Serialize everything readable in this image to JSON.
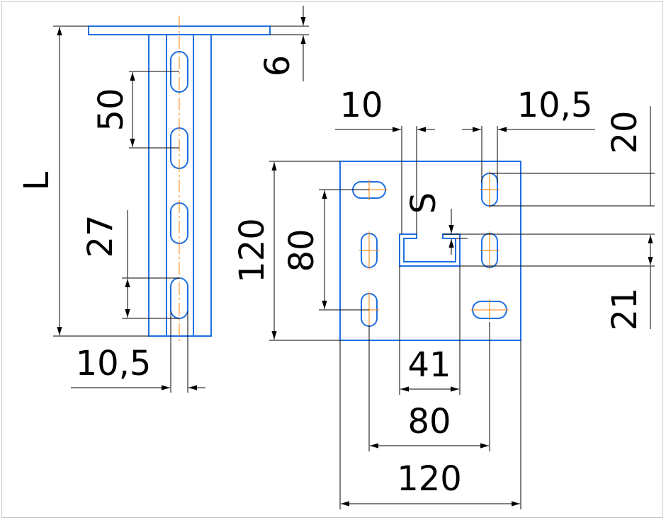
{
  "drawing": {
    "title": "",
    "colors": {
      "part_outline": "#1f6fe0",
      "center_line": "#ff7f00",
      "dimension_line": "#000000",
      "frame": "#c9c9c9",
      "background": "#ffffff"
    }
  },
  "side_view": {
    "length_label": "L",
    "slot_pitch_label": "50",
    "slot_length_label": "27",
    "slot_width_label": "10,5",
    "plate_thickness_label": "6"
  },
  "front_view": {
    "channel_lip_label": "10",
    "hole_width_label": "10,5",
    "top_offset_label": "20",
    "channel_thickness_label": "S",
    "plate_height_label": "120",
    "hole_vertical_spacing_label": "80",
    "channel_depth_label": "21",
    "channel_width_label": "41",
    "hole_horizontal_spacing_label": "80",
    "plate_width_label": "120"
  }
}
